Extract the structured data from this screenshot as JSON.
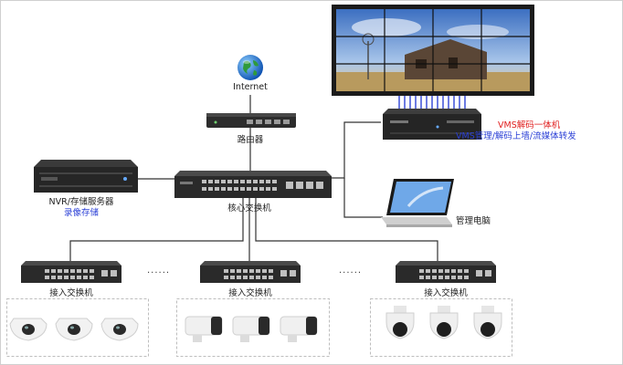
{
  "labels": {
    "internet": "Internet",
    "router": "路由器",
    "nvr": "NVR/存储服务器",
    "nvr_sub": "录像存储",
    "core_switch": "核心交换机",
    "vms": "VMS解码一体机",
    "vms_sub": "VMS管理/解码上墙/流媒体转发",
    "pc": "管理电脑",
    "access_switch_1": "接入交换机",
    "access_switch_2": "接入交换机",
    "access_switch_3": "接入交换机",
    "ellipsis_1": "......",
    "ellipsis_2": "......"
  },
  "colors": {
    "label_blue": "#2a3fd6",
    "label_red": "#e02020",
    "wire": "#333333",
    "wall_link": "#3a4fd8"
  },
  "icons": {
    "internet": "globe-icon",
    "router": "router-icon",
    "nvr": "server-icon",
    "core_switch": "switch-icon",
    "vms": "decoder-icon",
    "pc": "laptop-icon",
    "video_wall": "video-wall",
    "cameras_group_1": "dome-camera-icon",
    "cameras_group_2": "bullet-camera-icon",
    "cameras_group_3": "ptz-camera-icon"
  }
}
